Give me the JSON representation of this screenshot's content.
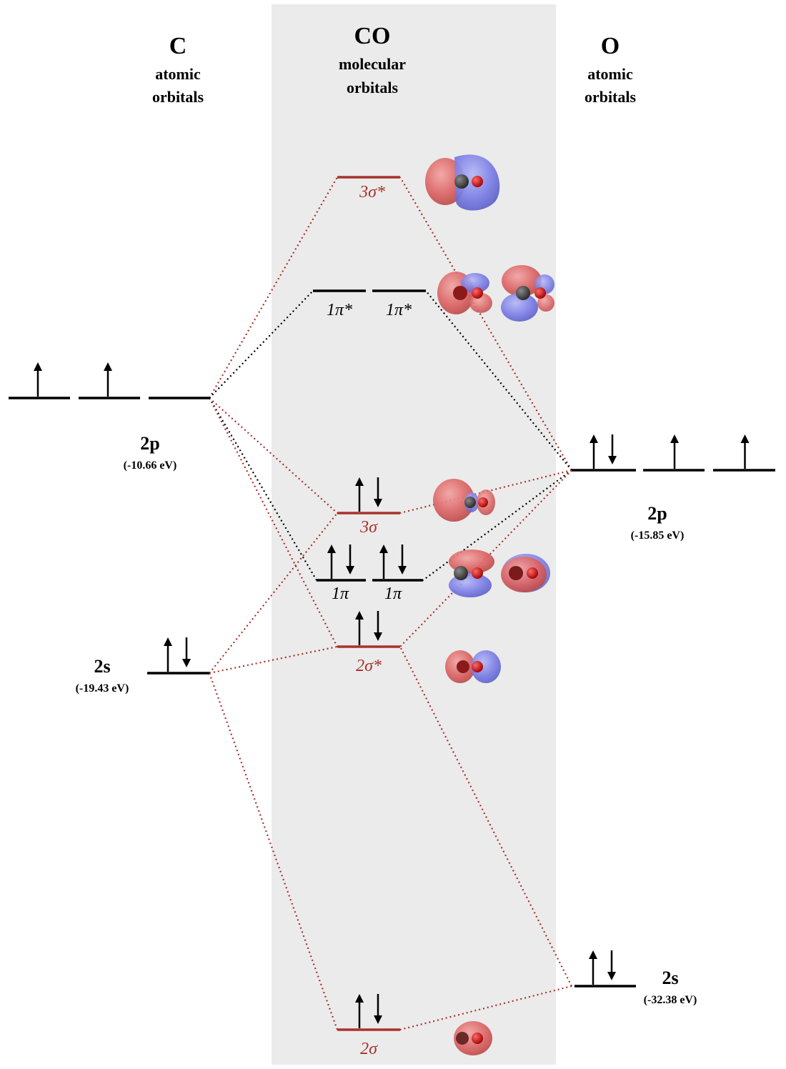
{
  "headers": {
    "carbon": {
      "symbol": "C",
      "line1": "atomic",
      "line2": "orbitals"
    },
    "molecule": {
      "symbol": "CO",
      "line1": "molecular",
      "line2": "orbitals"
    },
    "oxygen": {
      "symbol": "O",
      "line1": "atomic",
      "line2": "orbitals"
    }
  },
  "atomic_orbitals": {
    "carbon_2p": {
      "label": "2p",
      "energy": "(-10.66 eV)",
      "electrons": [
        1,
        1,
        0
      ]
    },
    "carbon_2s": {
      "label": "2s",
      "energy": "(-19.43 eV)",
      "electrons": [
        2
      ]
    },
    "oxygen_2p": {
      "label": "2p",
      "energy": "(-15.85 eV)",
      "electrons": [
        2,
        1,
        1
      ]
    },
    "oxygen_2s": {
      "label": "2s",
      "energy": "(-32.38 eV)",
      "electrons": [
        2
      ]
    }
  },
  "molecular_orbitals": {
    "sigma3_star": {
      "label": "3σ*",
      "electrons": 0
    },
    "pi1_star_a": {
      "label": "1π*",
      "electrons": 0
    },
    "pi1_star_b": {
      "label": "1π*",
      "electrons": 0
    },
    "sigma3": {
      "label": "3σ",
      "electrons": 2
    },
    "pi1_a": {
      "label": "1π",
      "electrons": 2
    },
    "pi1_b": {
      "label": "1π",
      "electrons": 2
    },
    "sigma2_star": {
      "label": "2σ*",
      "electrons": 2
    },
    "sigma2": {
      "label": "2σ",
      "electrons": 2
    }
  },
  "colors": {
    "panel_bg": "#ebebeb",
    "sigma_red": "#a8322a",
    "lobe_red": "#dc6464",
    "lobe_blue": "#7b7ee6",
    "carbon_atom": "#3a3a3a",
    "oxygen_atom": "#d01010"
  }
}
